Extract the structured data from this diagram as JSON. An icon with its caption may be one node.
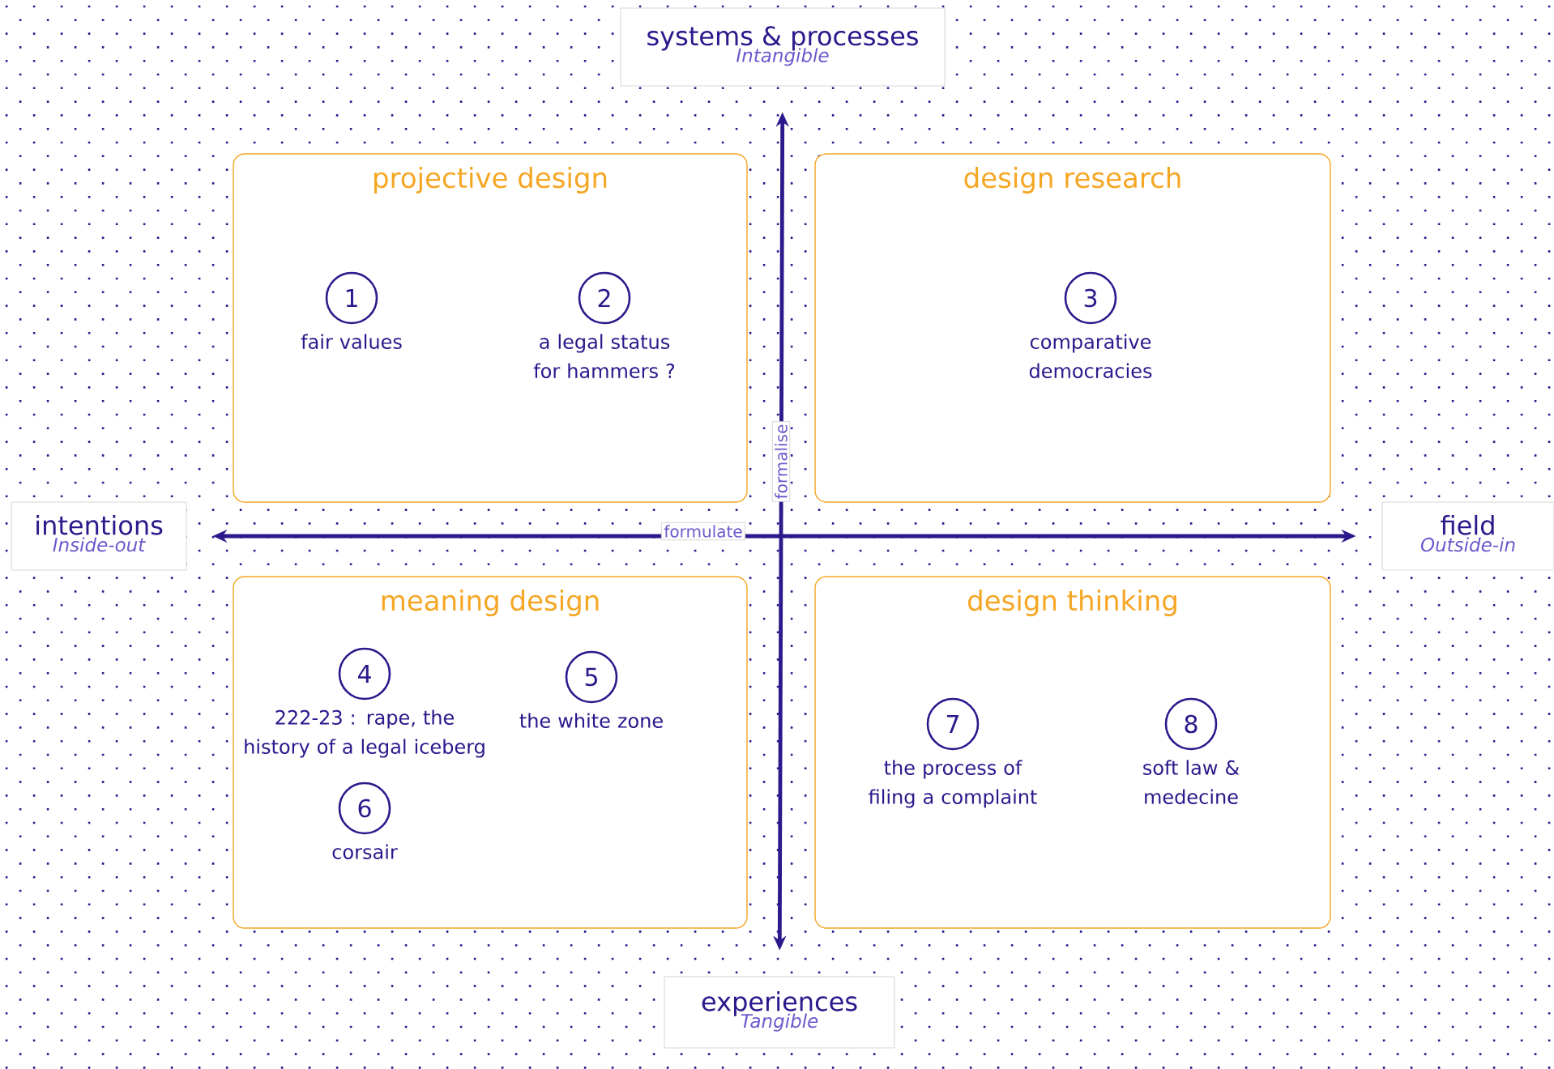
{
  "diagram": {
    "nodes": [
      {
        "text": [
          "systems & processes",
          "Intangible"
        ]
      },
      {
        "text": [
          "projective design"
        ]
      },
      {
        "text": [
          "1"
        ],
        "beside": [
          "fair values"
        ],
        "in": 1
      },
      {
        "text": [
          "2"
        ],
        "beside": [
          "a legal status for hammers ?"
        ],
        "in": 1
      },
      {
        "text": [
          "design research"
        ]
      },
      {
        "text": [
          "3"
        ],
        "beside": [
          "comparative democracies"
        ],
        "in": 4
      },
      {
        "text": [
          "intentions",
          "Inside-out"
        ]
      },
      {
        "text": [
          "field",
          "Outside-in"
        ]
      },
      {
        "text": [
          "meaning design"
        ]
      },
      {
        "text": [
          "4"
        ],
        "beside": [
          "222-23 : rape, the history of a legal iceberg"
        ],
        "in": 8
      },
      {
        "text": [
          "5"
        ],
        "beside": [
          "the white zone"
        ],
        "in": 8
      },
      {
        "text": [
          "6"
        ],
        "beside": [
          "corsair"
        ],
        "in": 8
      },
      {
        "text": [
          "design thinking"
        ]
      },
      {
        "text": [
          "7"
        ],
        "beside": [
          "the process of filing a complaint"
        ],
        "in": 12
      },
      {
        "text": [
          "8"
        ],
        "beside": [
          "soft law & medecine"
        ],
        "in": 12
      },
      {
        "text": [
          "experiences",
          "Tangible"
        ]
      }
    ],
    "edges": [
      {
        "from": 15,
        "to": 0,
        "arrow": "both",
        "label": "formalise"
      },
      {
        "from": 6,
        "to": 7,
        "arrow": "both",
        "label": "formulate"
      }
    ]
  }
}
